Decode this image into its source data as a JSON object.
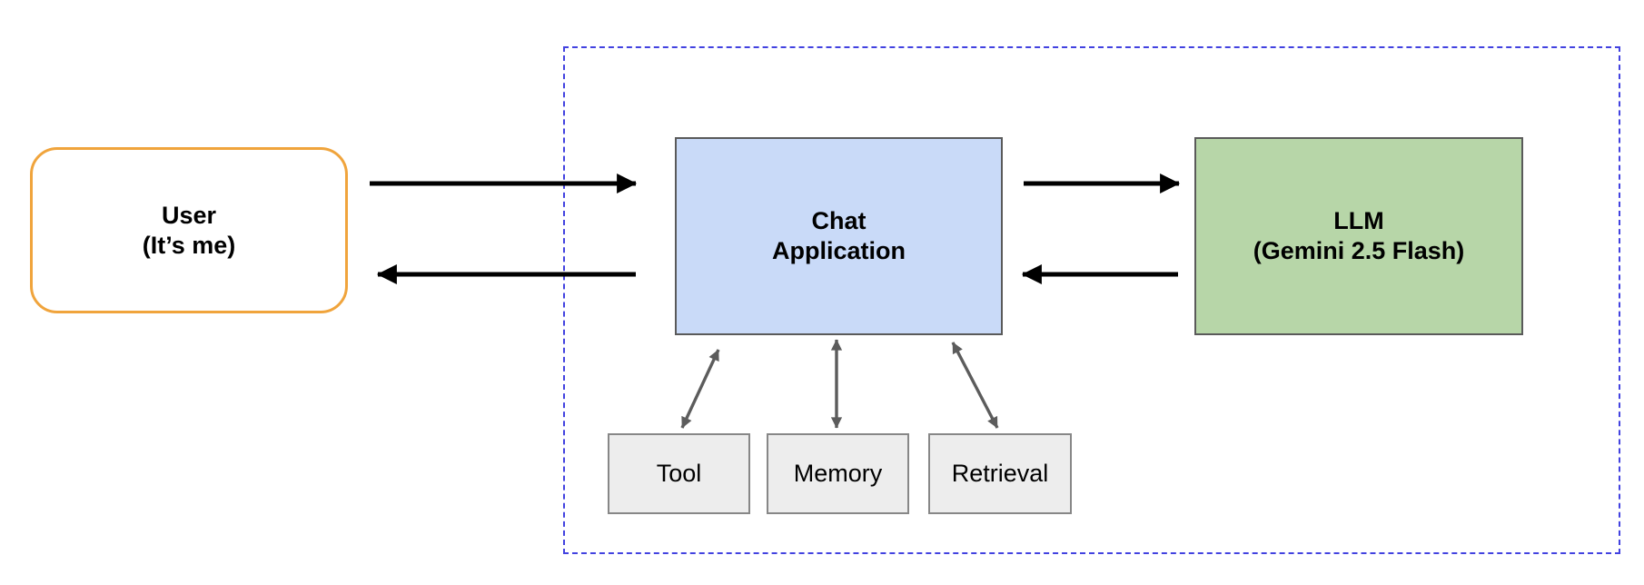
{
  "diagram": {
    "background_color": "#ffffff",
    "system_boundary": {
      "style": "dashed",
      "border_color": "#4242e0"
    },
    "nodes": {
      "user": {
        "line1": "User",
        "line2": "(It’s me)",
        "fill": "#ffffff",
        "border_color": "#f0a43c",
        "shape": "rounded-rectangle"
      },
      "chat_application": {
        "line1": "Chat",
        "line2": "Application",
        "fill": "#c9daf8",
        "border_color": "#5a5a5a",
        "shape": "rectangle"
      },
      "llm": {
        "line1": "LLM",
        "line2": "(Gemini 2.5 Flash)",
        "fill": "#b7d6a8",
        "border_color": "#5a5a5a",
        "shape": "rectangle"
      },
      "tool": {
        "label": "Tool",
        "fill": "#ededed",
        "border_color": "#878787",
        "shape": "rectangle"
      },
      "memory": {
        "label": "Memory",
        "fill": "#ededed",
        "border_color": "#878787",
        "shape": "rectangle"
      },
      "retrieval": {
        "label": "Retrieval",
        "fill": "#ededed",
        "border_color": "#878787",
        "shape": "rectangle"
      }
    },
    "edges": [
      {
        "from": "user",
        "to": "chat_application",
        "direction": "one-way",
        "color": "#000000"
      },
      {
        "from": "chat_application",
        "to": "user",
        "direction": "one-way",
        "color": "#000000"
      },
      {
        "from": "chat_application",
        "to": "llm",
        "direction": "one-way",
        "color": "#000000"
      },
      {
        "from": "llm",
        "to": "chat_application",
        "direction": "one-way",
        "color": "#000000"
      },
      {
        "from": "chat_application",
        "to": "tool",
        "direction": "two-way",
        "color": "#5c5c5c"
      },
      {
        "from": "chat_application",
        "to": "memory",
        "direction": "two-way",
        "color": "#5c5c5c"
      },
      {
        "from": "chat_application",
        "to": "retrieval",
        "direction": "two-way",
        "color": "#5c5c5c"
      }
    ]
  }
}
